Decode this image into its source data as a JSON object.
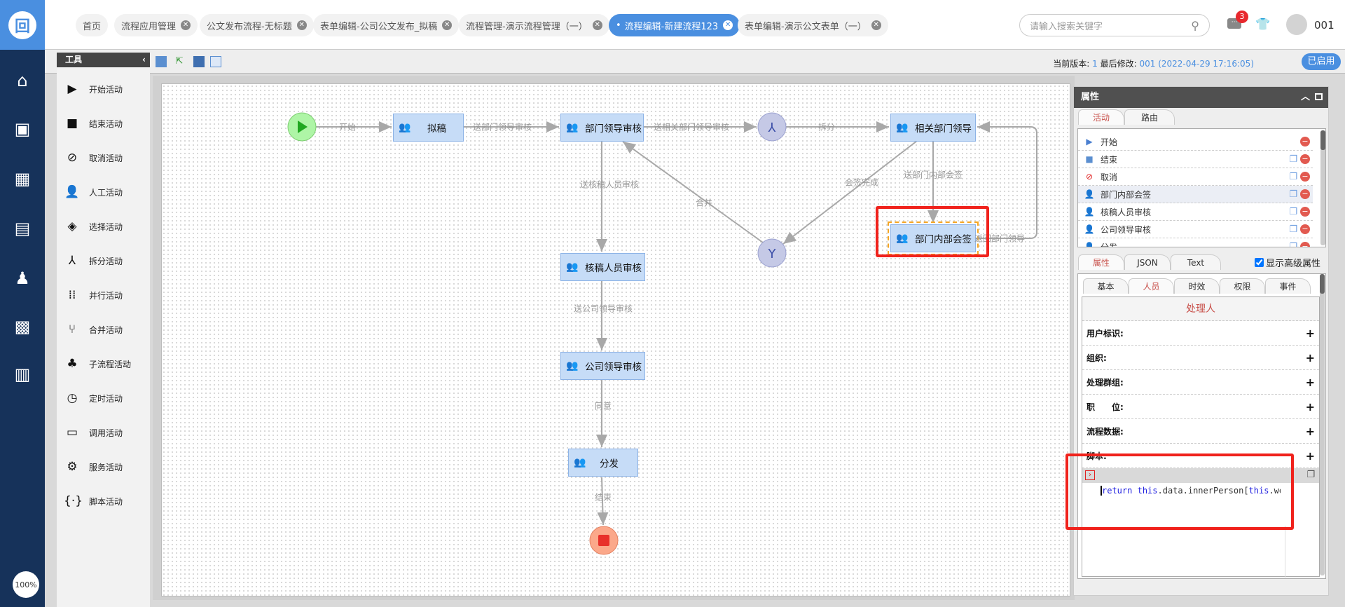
{
  "header": {
    "tabs": [
      {
        "label": "首页",
        "closable": false
      },
      {
        "label": "流程应用管理",
        "closable": true
      },
      {
        "label": "公文发布流程-无标题",
        "closable": true
      },
      {
        "label": "表单编辑-公司公文发布_拟稿",
        "closable": true
      },
      {
        "label": "流程管理-演示流程管理（一）",
        "closable": true
      },
      {
        "label": "流程编辑-新建流程123",
        "closable": true,
        "active": true
      },
      {
        "label": "表单编辑-演示公文表单（一）",
        "closable": true
      }
    ],
    "search_placeholder": "请输入搜索关键字",
    "message_count": "3",
    "username": "001"
  },
  "nav": {
    "zoom": "100%"
  },
  "toolbar": {
    "version_label": "当前版本:",
    "version": "1",
    "modified_label": "最后修改:",
    "modified": "001 (2022-04-29 17:16:05)",
    "status": "已启用"
  },
  "tools": {
    "title": "工具",
    "items": [
      "开始活动",
      "结束活动",
      "取消活动",
      "人工活动",
      "选择活动",
      "拆分活动",
      "并行活动",
      "合并活动",
      "子流程活动",
      "定时活动",
      "调用活动",
      "服务活动",
      "脚本活动"
    ]
  },
  "diagram": {
    "nodes": {
      "draft": "拟稿",
      "dept_leader": "部门领导审核",
      "related_leader": "相关部门领导",
      "inner_sign": "部门内部会签",
      "reviewer": "核稿人员审核",
      "company_leader": "公司领导审核",
      "dispatch": "分发"
    },
    "edges": {
      "start": "开始",
      "to_dept": "送部门领导审核",
      "to_related": "送相关部门领导审核",
      "split": "拆分",
      "to_reviewer": "送核稿人员审核",
      "merge": "合并",
      "sign_done": "会签完成",
      "to_inner": "送部门内部会签",
      "back": "返回部门领导",
      "to_company": "送公司领导审核",
      "agree": "同意",
      "end": "结束"
    }
  },
  "props": {
    "title": "属性",
    "top_tabs": [
      "活动",
      "路由"
    ],
    "activities": [
      "开始",
      "结束",
      "取消",
      "部门内部会签",
      "核稿人员审核",
      "公司领导审核",
      "分发"
    ],
    "bottom_tabs": [
      "属性",
      "JSON",
      "Text"
    ],
    "advanced_label": "显示高级属性",
    "advanced_checked": true,
    "sub_tabs": [
      "基本",
      "人员",
      "时效",
      "权限",
      "事件"
    ],
    "section_title": "处理人",
    "fields": [
      "用户标识:",
      "组织:",
      "处理群组:",
      "职　　位:",
      "流程数据:",
      "脚本:"
    ],
    "code": {
      "kw1": "return",
      "sp": " ",
      "kw2": "this",
      "mid": ".data.innerPerson[",
      "kw3": "this",
      "tail": ".work("
    }
  }
}
